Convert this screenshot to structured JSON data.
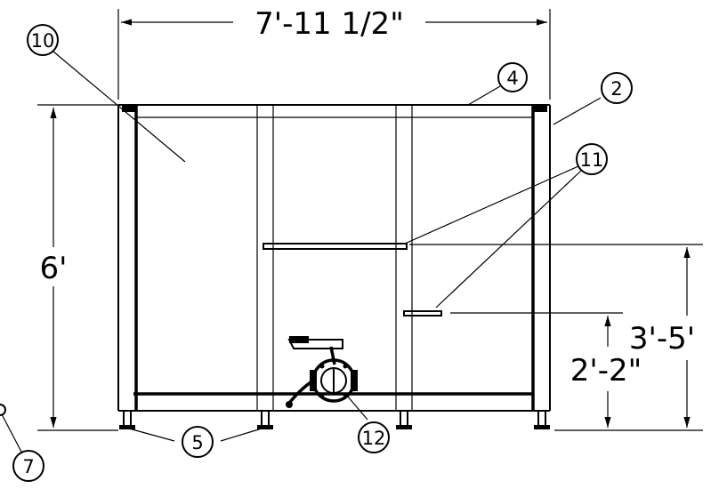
{
  "dimensions": {
    "overall_width": "7'-11 1/2\"",
    "overall_height": "6'",
    "upper_bar_height": "3'-5'",
    "lower_bar_height": "2'-2\""
  },
  "callouts": {
    "c10": "10",
    "c4": "4",
    "c2": "2",
    "c11": "11",
    "c5": "5",
    "c7": "7",
    "c12": "12"
  }
}
